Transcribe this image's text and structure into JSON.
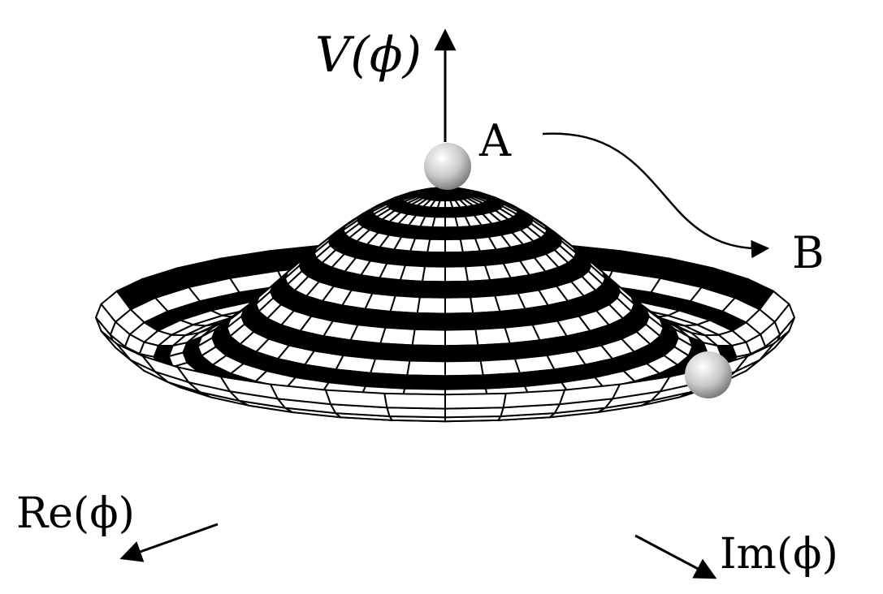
{
  "labels": {
    "v_axis": "V(ϕ)",
    "point_a": "A",
    "point_b": "B",
    "re_axis": "Re(ϕ)",
    "im_axis": "Im(ϕ)"
  },
  "colors": {
    "ink": "#000000",
    "paper": "#ffffff",
    "ball_light": "#ffffff",
    "ball_dark": "#7a7a7a"
  },
  "surface": {
    "shape": "mexican-hat potential",
    "radial_rings": 24,
    "angular_segments": 36
  }
}
